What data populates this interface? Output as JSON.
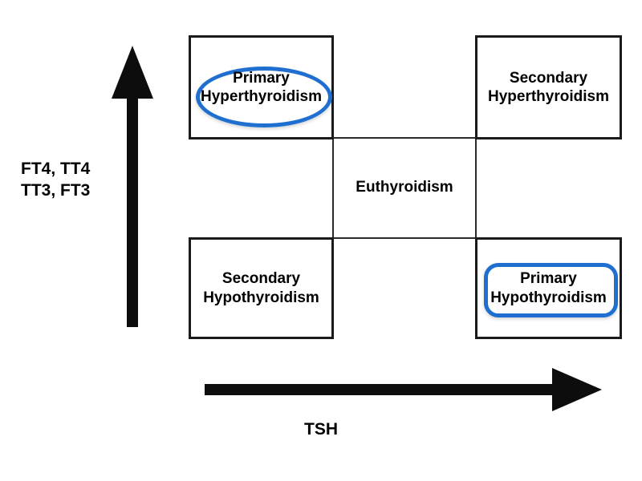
{
  "diagram": {
    "axes": {
      "y_label": "FT4, TT4\nTT3, FT3",
      "x_label": "TSH",
      "y_arrow_name": "y-axis-arrow-up",
      "x_arrow_name": "x-axis-arrow-right"
    },
    "center_label": "Euthyroidism",
    "quadrants": [
      {
        "id": "top-left",
        "label": "Primary\nHyperthyroidism",
        "highlight": "ellipse",
        "highlight_color": "#1f6fd0"
      },
      {
        "id": "top-right",
        "label": "Secondary\nHyperthyroidism",
        "highlight": "none",
        "highlight_color": ""
      },
      {
        "id": "bottom-left",
        "label": "Secondary\nHypothyroidism",
        "highlight": "none",
        "highlight_color": ""
      },
      {
        "id": "bottom-right",
        "label": "Primary\nHypothyroidism",
        "highlight": "rounded-rectangle",
        "highlight_color": "#1f6fd0"
      }
    ],
    "colors": {
      "line": "#1a1a1a",
      "gridline": "#2b2b2b",
      "text": "#000000",
      "highlight": "#1f6fd0",
      "background": "#ffffff"
    }
  }
}
